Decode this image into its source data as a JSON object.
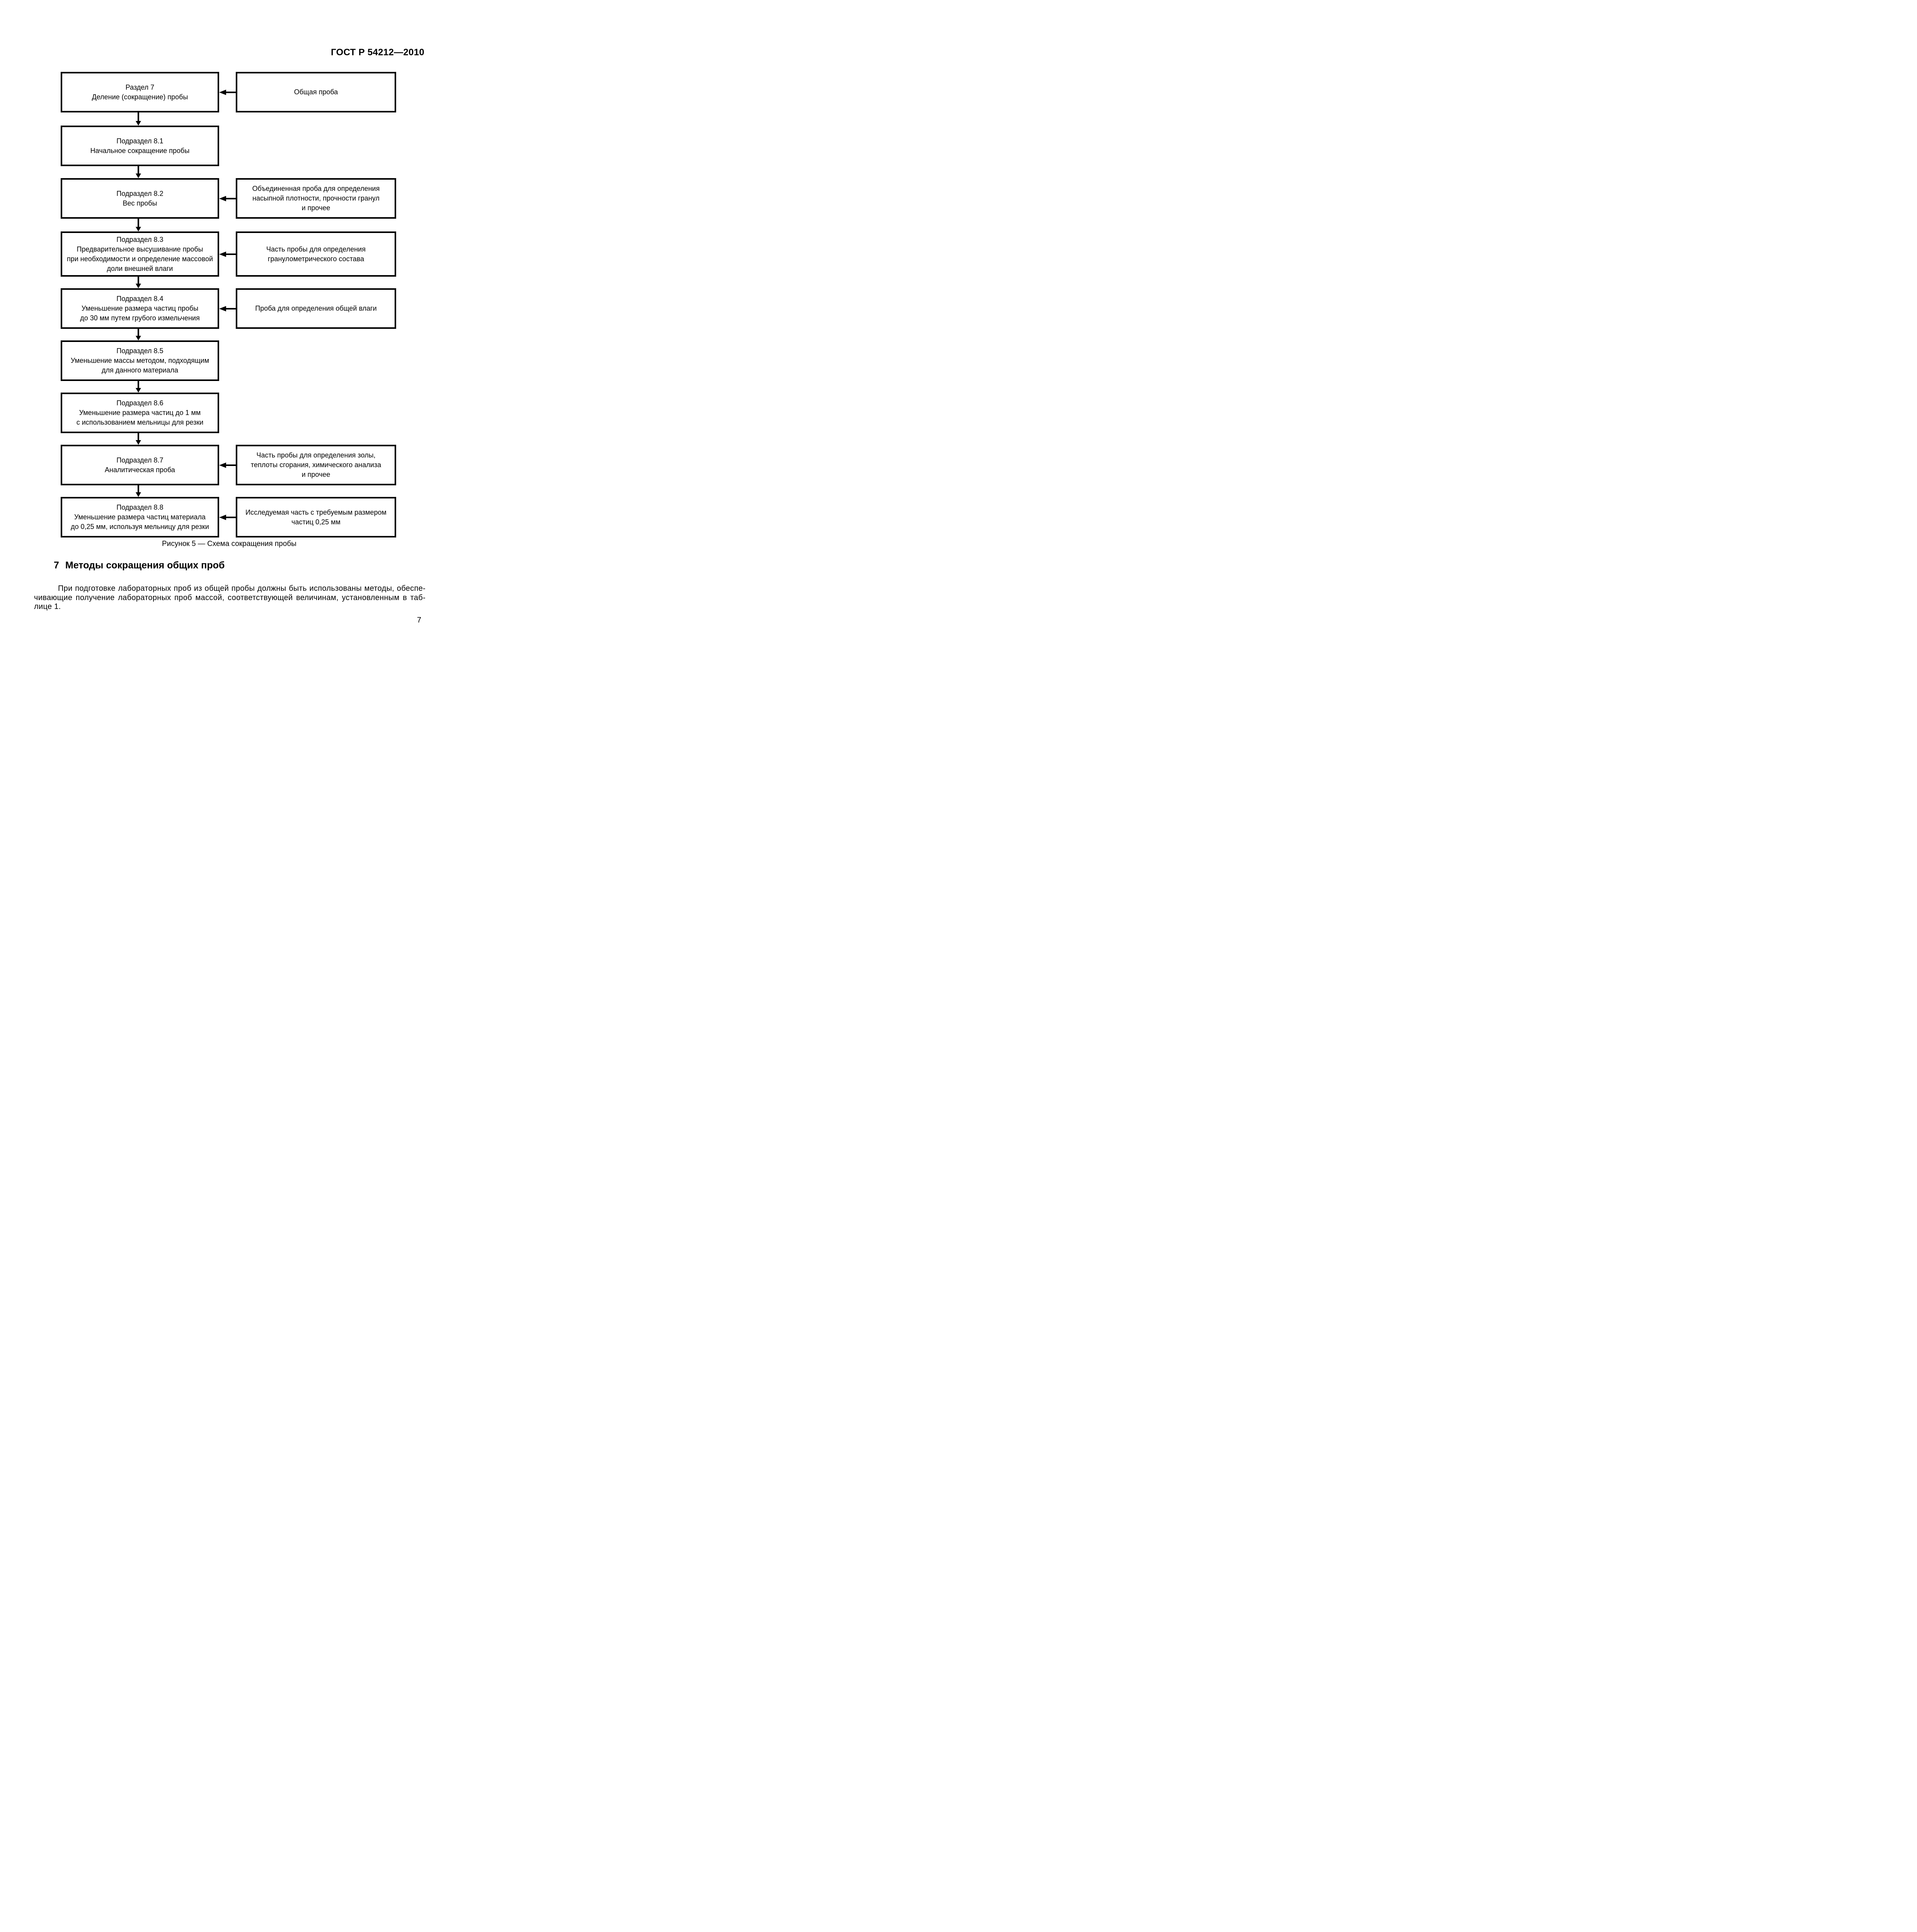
{
  "page_header": "ГОСТ Р 54212—2010",
  "flowchart": {
    "rows": [
      {
        "left": {
          "lines": [
            "Раздел 7",
            "Деление (сокращение) пробы"
          ]
        },
        "right": {
          "lines": [
            "Общая проба"
          ]
        }
      },
      {
        "left": {
          "lines": [
            "Подраздел 8.1",
            "Начальное сокращение пробы"
          ]
        }
      },
      {
        "left": {
          "lines": [
            "Подраздел 8.2",
            "Вес пробы"
          ]
        },
        "right": {
          "lines": [
            "Объединенная проба для определения",
            "насыпной плотности, прочности гранул",
            "и прочее"
          ]
        }
      },
      {
        "left": {
          "lines": [
            "Подраздел 8.3",
            "Предварительное высушивание пробы",
            "при необходимости и определение массовой",
            "доли внешней влаги"
          ]
        },
        "right": {
          "lines": [
            "Часть пробы для определения",
            "гранулометрического состава"
          ]
        }
      },
      {
        "left": {
          "lines": [
            "Подраздел 8.4",
            "Уменьшение размера частиц пробы",
            "до 30 мм путем грубого измельчения"
          ]
        },
        "right": {
          "lines": [
            "Проба для определения общей влаги"
          ]
        }
      },
      {
        "left": {
          "lines": [
            "Подраздел 8.5",
            "Уменьшение массы методом, подходящим",
            "для данного материала"
          ]
        }
      },
      {
        "left": {
          "lines": [
            "Подраздел 8.6",
            "Уменьшение размера частиц до 1 мм",
            "с использованием мельницы для резки"
          ]
        }
      },
      {
        "left": {
          "lines": [
            "Подраздел 8.7",
            "Аналитическая проба"
          ]
        },
        "right": {
          "lines": [
            "Часть пробы для определения золы,",
            "теплоты сгорания, химического анализа",
            "и прочее"
          ]
        }
      },
      {
        "left": {
          "lines": [
            "Подраздел 8.8",
            "Уменьшение размера частиц материала",
            "до 0,25 мм, используя мельницу для резки"
          ]
        },
        "right": {
          "lines": [
            "Исследуемая часть с требуемым размером",
            "частиц 0,25 мм"
          ]
        }
      }
    ],
    "caption": "Рисунок 5 — Схема сокращения пробы"
  },
  "section": {
    "number": "7",
    "title": "Методы сокращения общих проб"
  },
  "paragraph": {
    "lines": [
      "При подготовке лабораторных проб из общей пробы должны быть использованы методы, обеспе-",
      "чивающие получение лабораторных проб массой, соответствующей величинам, установленным в таб-",
      "лице 1."
    ]
  },
  "page_number": "7"
}
